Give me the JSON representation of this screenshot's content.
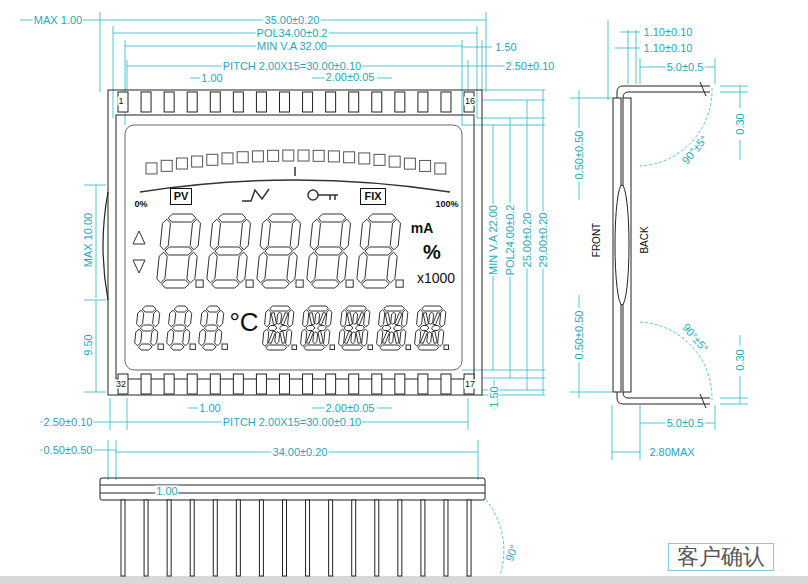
{
  "diagram": {
    "nodes": [
      {
        "text": [
          "PV"
        ]
      },
      {
        "text": [
          "FIX"
        ]
      },
      {
        "text": [
          "客户确认"
        ]
      }
    ],
    "labels": [
      "MAX 1.00",
      "35.00±0.20",
      "POL34.00±0.2",
      "MIN V.A 32.00",
      "1.50",
      "PITCH 2.00X15=30.00±0.10",
      "2.50±0.10",
      "1.00",
      "2.00±0.05",
      "1",
      "16",
      "0%",
      "100%",
      "mA",
      "%",
      "x1000",
      "°C",
      "MAX 10.00",
      "9.50",
      "MIN V.A 22.00",
      "POL24.00±0.2",
      "25.00±0.20",
      "29.00±0.20",
      "32",
      "17",
      "2.50±0.10",
      "1.00",
      "2.00±0.05",
      "PITCH 2.00X15=30.00±0.10",
      "1.50",
      "0.50±0.50",
      "34.00±0.20",
      "1.00",
      "90°",
      "1.10±0.10",
      "1.10±0.10",
      "5.0±0.5",
      "0.30",
      "0.50±0.50",
      "90°±5°",
      "FRONT",
      "BACK",
      "0.50±0.50",
      "90°±5°",
      "0.30",
      "5.0±0.5",
      "2.80MAX"
    ]
  }
}
